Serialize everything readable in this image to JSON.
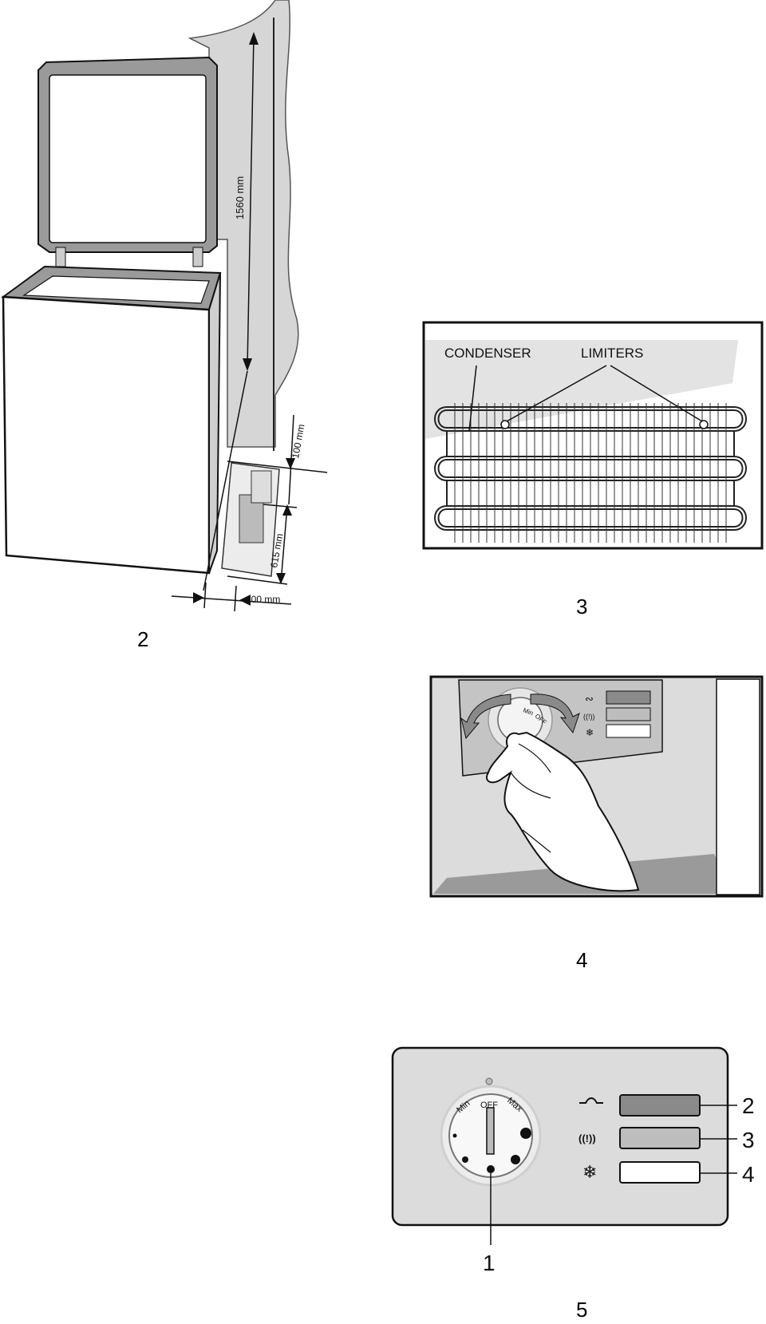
{
  "figure2": {
    "number": "2",
    "dimensions": {
      "height": "1560 mm",
      "top_gap": "100 mm",
      "side": "615 mm",
      "bottom_gap": "100 mm"
    }
  },
  "figure3": {
    "number": "3",
    "labels": {
      "condenser": "CONDENSER",
      "limiters": "LIMITERS"
    }
  },
  "figure4": {
    "number": "4",
    "dial_labels": {
      "min": "Min",
      "off": "OFF"
    }
  },
  "figure5": {
    "number": "5",
    "dial_labels": {
      "min": "Min",
      "off": "OFF",
      "max": "Max"
    },
    "callouts": {
      "knob": "1",
      "power_light": "2",
      "alarm_light": "3",
      "freeze_light": "4"
    },
    "alarm_symbol": "((!))",
    "indicator_colors": {
      "power": "#8a8a8a",
      "alarm": "#bdbdbd",
      "freeze": "#ffffff"
    }
  }
}
